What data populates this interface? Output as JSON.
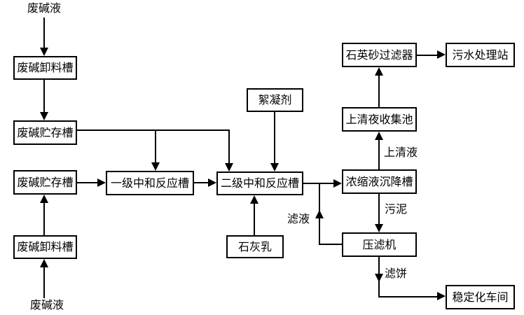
{
  "colors": {
    "line": "#000000",
    "background": "#ffffff",
    "text": "#000000"
  },
  "nodes": {
    "src_top": "废碱液",
    "unload_top": "废碱卸料槽",
    "storage_top": "废碱贮存槽",
    "storage_bottom": "废碱贮存槽",
    "unload_bottom": "废碱卸料槽",
    "src_bottom": "废碱液",
    "neutral1": "一级中和反应槽",
    "neutral2": "二级中和反应槽",
    "flocculant": "絮凝剂",
    "lime": "石灰乳",
    "quartz": "石英砂过滤器",
    "sewage": "污水处理站",
    "supernatant_pool": "上清夜收集池",
    "settling": "浓缩液沉降槽",
    "press": "压滤机",
    "stabilization": "稳定化车间"
  },
  "flow_labels": {
    "supernatant": "上清液",
    "sludge": "污泥",
    "filtrate": "滤液",
    "cake": "滤饼"
  },
  "edges": [
    {
      "from": "废碱液(上)",
      "to": "废碱卸料槽(上)",
      "label": ""
    },
    {
      "from": "废碱卸料槽(上)",
      "to": "废碱贮存槽(上)",
      "label": ""
    },
    {
      "from": "废碱贮存槽(上)",
      "to": "一级中和反应槽",
      "label": ""
    },
    {
      "from": "废碱贮存槽(上)",
      "to": "二级中和反应槽",
      "label": ""
    },
    {
      "from": "废碱液(下)",
      "to": "废碱卸料槽(下)",
      "label": ""
    },
    {
      "from": "废碱卸料槽(下)",
      "to": "废碱贮存槽(下)",
      "label": ""
    },
    {
      "from": "废碱贮存槽(下)",
      "to": "一级中和反应槽",
      "label": ""
    },
    {
      "from": "一级中和反应槽",
      "to": "二级中和反应槽",
      "label": ""
    },
    {
      "from": "絮凝剂",
      "to": "二级中和反应槽",
      "label": ""
    },
    {
      "from": "石灰乳",
      "to": "二级中和反应槽",
      "label": ""
    },
    {
      "from": "二级中和反应槽",
      "to": "浓缩液沉降槽",
      "label": ""
    },
    {
      "from": "浓缩液沉降槽",
      "to": "上清夜收集池",
      "label": "上清液"
    },
    {
      "from": "上清夜收集池",
      "to": "石英砂过滤器",
      "label": ""
    },
    {
      "from": "石英砂过滤器",
      "to": "污水处理站",
      "label": ""
    },
    {
      "from": "浓缩液沉降槽",
      "to": "压滤机",
      "label": "污泥"
    },
    {
      "from": "压滤机",
      "to": "浓缩液沉降槽进料线",
      "label": "滤液"
    },
    {
      "from": "压滤机",
      "to": "稳定化车间",
      "label": "滤饼"
    }
  ]
}
